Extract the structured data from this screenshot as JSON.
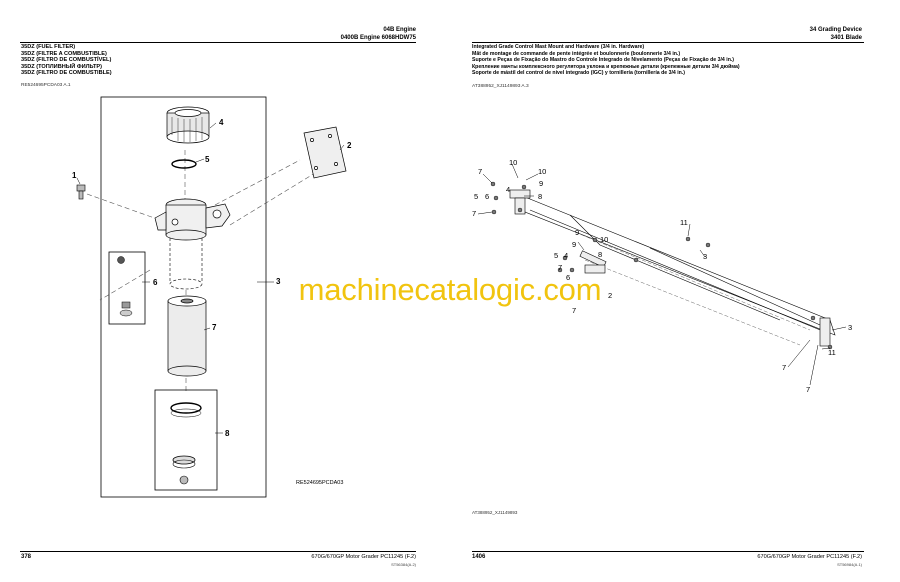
{
  "left": {
    "header_line1": "04B Engine",
    "header_line2": "0400B Engine 6068HDW75",
    "title_lines": [
      "35DZ (FUEL FILTER)",
      "35DZ (FILTRE A COMBUSTIBLE)",
      "35DZ (FILTRO DE COMBUSTÍVEL)",
      "35DZ (ТОПЛИВНЫЙ ФИЛЬТР)",
      "35DZ (FILTRO DE COMBUSTIBLE)"
    ],
    "ref_code": "RE524695PCDA03 A.1",
    "diagram_code": "RE524695PCDA03",
    "callouts": [
      "1",
      "2",
      "3",
      "4",
      "5",
      "6",
      "7",
      "8"
    ],
    "page_number": "378",
    "footer_text": "670G/670GP Motor Grader   PC11245   (F.2)",
    "footer_code": "ST56384(A.2)"
  },
  "right": {
    "header_line1": "34 Grading Device",
    "header_line2": "3401 Blade",
    "title_lines": [
      "Integrated Grade Control Mast Mount and Hardware (3/4 in. Hardware)",
      "Mât de montage de commande de pente intégrée et boulonnerie (boulonnerie 3/4 in.)",
      "Suporte e Peças de Fixação do Mastro do Controle Integrado de Nivelamento (Peças de Fixação de 3/4 in.)",
      "Крепление мачты комплексного регулятора уклона и крепежные детали (крепежные детали 3/4 дюйма)",
      "Soporte de mástil del control de nivel integrado (IGC) y tornillería (tornillería de 3/4 in.)"
    ],
    "ref_code": "AT388952_XJ1149893 A.3",
    "diagram_code": "AT388952_XJ1149893",
    "callouts": [
      "1",
      "2",
      "3",
      "4",
      "5",
      "6",
      "7",
      "8",
      "9",
      "10",
      "11"
    ],
    "page_number": "1406",
    "footer_text": "670G/670GP Motor Grader   PC11245   (F.2)",
    "footer_code": "ST56984(A.1)"
  },
  "watermark": "machinecatalogic.com"
}
